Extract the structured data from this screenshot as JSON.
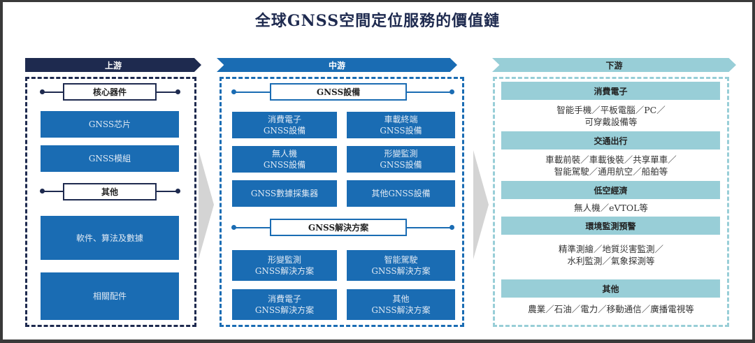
{
  "title": "全球GNSS空間定位服務的價值鏈",
  "colors": {
    "upstream": "#1e2a4f",
    "midstream": "#1a6cb3",
    "downstream": "#98ced7"
  },
  "upstream": {
    "label": "上游",
    "sections": [
      {
        "header": "核心器件",
        "items": [
          "GNSS芯片",
          "GNSS模組"
        ]
      },
      {
        "header": "其他",
        "items": [
          "軟件、算法及數據",
          "相關配件"
        ]
      }
    ]
  },
  "midstream": {
    "label": "中游",
    "sections": [
      {
        "header": "GNSS設備",
        "items": [
          "消費電子\nGNSS設備",
          "車載終端\nGNSS設備",
          "無人機\nGNSS設備",
          "形變監測\nGNSS設備",
          "GNSS數據採集器",
          "其他GNSS設備"
        ]
      },
      {
        "header": "GNSS解決方案",
        "items": [
          "形變監測\nGNSS解決方案",
          "智能駕駛\nGNSS解決方案",
          "消費電子\nGNSS解決方案",
          "其他\nGNSS解決方案"
        ]
      }
    ]
  },
  "downstream": {
    "label": "下游",
    "categories": [
      {
        "name": "消費電子",
        "desc": [
          "智能手機／平板電腦／PC／",
          "可穿戴設備等"
        ]
      },
      {
        "name": "交通出行",
        "desc": [
          "車載前裝／車載後裝／共享單車／",
          "智能駕駛／通用航空／船舶等"
        ]
      },
      {
        "name": "低空經濟",
        "desc": [
          "無人機／eVTOL等"
        ]
      },
      {
        "name": "環境監測預警",
        "desc": [
          "精準測繪／地質災害監測／",
          "水利監測／氣象探測等"
        ]
      },
      {
        "name": "其他",
        "desc": [
          "農業／石油／電力／移動通信／廣播電視等"
        ]
      }
    ]
  }
}
